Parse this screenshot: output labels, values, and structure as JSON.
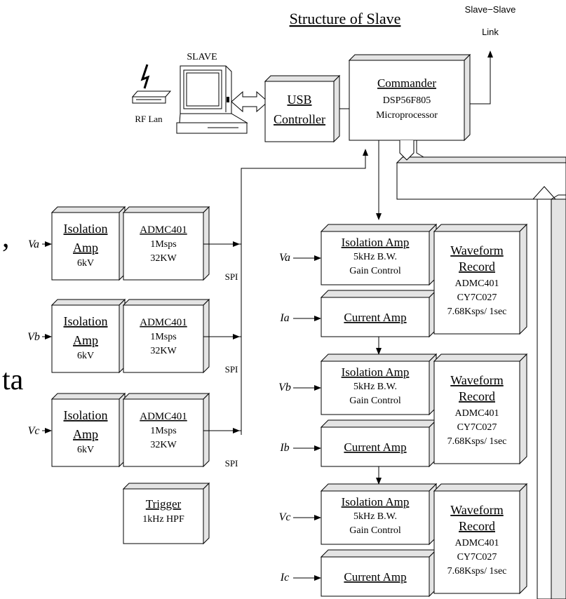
{
  "title": "Structure of Slave",
  "slave_slave_link": [
    "Slave−Slave",
    "Link"
  ],
  "slave_label": "SLAVE",
  "rf_lan_label": "RF Lan",
  "usb_controller": [
    "USB",
    "Controller"
  ],
  "commander": [
    "Commander",
    "DSP56F805",
    "Microprocessor"
  ],
  "left_channels": [
    {
      "input": "Va",
      "iso": [
        "Isolation",
        "Amp",
        "6kV"
      ],
      "adc": [
        "ADMC401",
        "1Msps",
        "32KW"
      ],
      "bus": "SPI"
    },
    {
      "input": "Vb",
      "iso": [
        "Isolation",
        "Amp",
        "6kV"
      ],
      "adc": [
        "ADMC401",
        "1Msps",
        "32KW"
      ],
      "bus": "SPI"
    },
    {
      "input": "Vc",
      "iso": [
        "Isolation",
        "Amp",
        "6kV"
      ],
      "adc": [
        "ADMC401",
        "1Msps",
        "32KW"
      ],
      "bus": "SPI"
    }
  ],
  "trigger": [
    "Trigger",
    "1kHz HPF"
  ],
  "right_channels": [
    {
      "v_input": "Va",
      "i_input": "Ia",
      "iso": [
        "Isolation Amp",
        "5kHz B.W.",
        "Gain Control"
      ],
      "current_amp": "Current Amp",
      "record": [
        "Waveform",
        "Record",
        "ADMC401",
        "CY7C027",
        "7.68Ksps/ 1sec"
      ]
    },
    {
      "v_input": "Vb",
      "i_input": "Ib",
      "iso": [
        "Isolation Amp",
        "5kHz B.W.",
        "Gain Control"
      ],
      "current_amp": "Current Amp",
      "record": [
        "Waveform",
        "Record",
        "ADMC401",
        "CY7C027",
        "7.68Ksps/ 1sec"
      ]
    },
    {
      "v_input": "Vc",
      "i_input": "Ic",
      "iso": [
        "Isolation Amp",
        "5kHz B.W.",
        "Gain Control"
      ],
      "current_amp": "Current Amp",
      "record": [
        "Waveform",
        "Record",
        "ADMC401",
        "CY7C027",
        "7.68Ksps/ 1sec"
      ]
    }
  ],
  "edge_fragments": [
    ",",
    "ta"
  ]
}
